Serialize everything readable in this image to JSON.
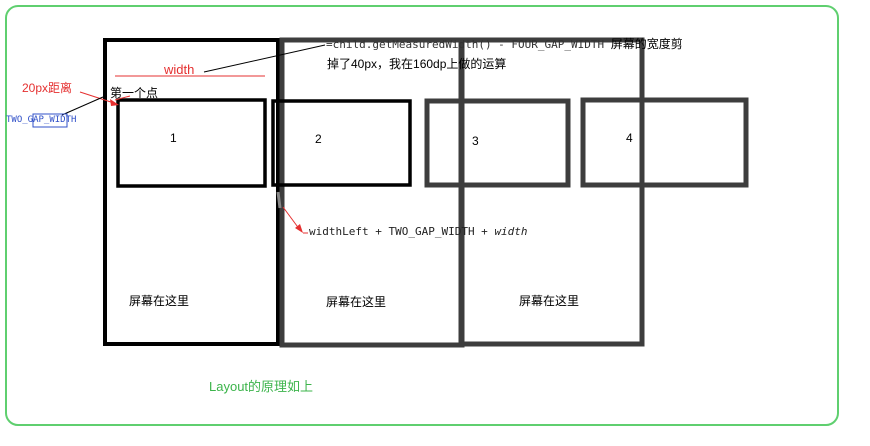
{
  "annotations": {
    "formula_top": "=child.getMeasuredWidth() - FOUR_GAP_WIDTH",
    "formula_top_suffix": "屏幕的宽度剪",
    "formula_top_line2": "掉了40px，我在160dp上做的运算",
    "width_label": "width",
    "gap_label": "20px距离",
    "gap_name": "TWO_GAP_WIDTH",
    "first_point": "第一个点",
    "formula_bottom_prefix": "widthLeft + TWO_GAP_WIDTH + ",
    "formula_bottom_var": "width",
    "caption": "Layout的原理如上"
  },
  "cards": [
    {
      "label": "1"
    },
    {
      "label": "2"
    },
    {
      "label": "3"
    },
    {
      "label": "4"
    }
  ],
  "screens": [
    {
      "label": "屏幕在这里"
    },
    {
      "label": "屏幕在这里"
    },
    {
      "label": "屏幕在这里"
    }
  ],
  "colors": {
    "frame_green": "#5fcf6f",
    "red": "#e53030",
    "blue": "#3050c8",
    "black": "#000000",
    "dark_gray": "#3d3d3d",
    "caption_green": "#3cb44b"
  }
}
